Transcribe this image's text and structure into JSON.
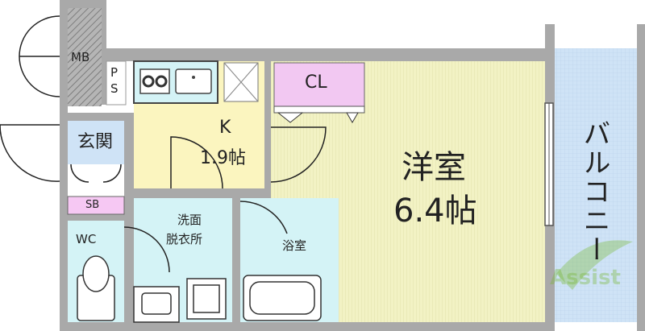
{
  "rooms": {
    "mb": "MB",
    "ps": "PS",
    "kitchen": "K",
    "kitchen_size": "1.9帖",
    "closet": "CL",
    "entrance": "玄関",
    "western_room": "洋室",
    "western_size": "6.4帖",
    "balcony": "バルコニー",
    "shoe_box": "SB",
    "wc": "WC",
    "washroom_line1": "洗面",
    "washroom_line2": "脱衣所",
    "bathroom": "浴室"
  },
  "watermark": "Assist",
  "colors": {
    "wall": "#a9a9a9",
    "western_floor": "#f2f2c4",
    "kitchen_floor": "#fbf5bf",
    "wet_area": "#d4f3f6",
    "closet": "#f2c8f2",
    "shoe_box": "#f6c8f3",
    "balcony": "#cfe3f6",
    "mb_hatch": "#8c8c8c"
  }
}
